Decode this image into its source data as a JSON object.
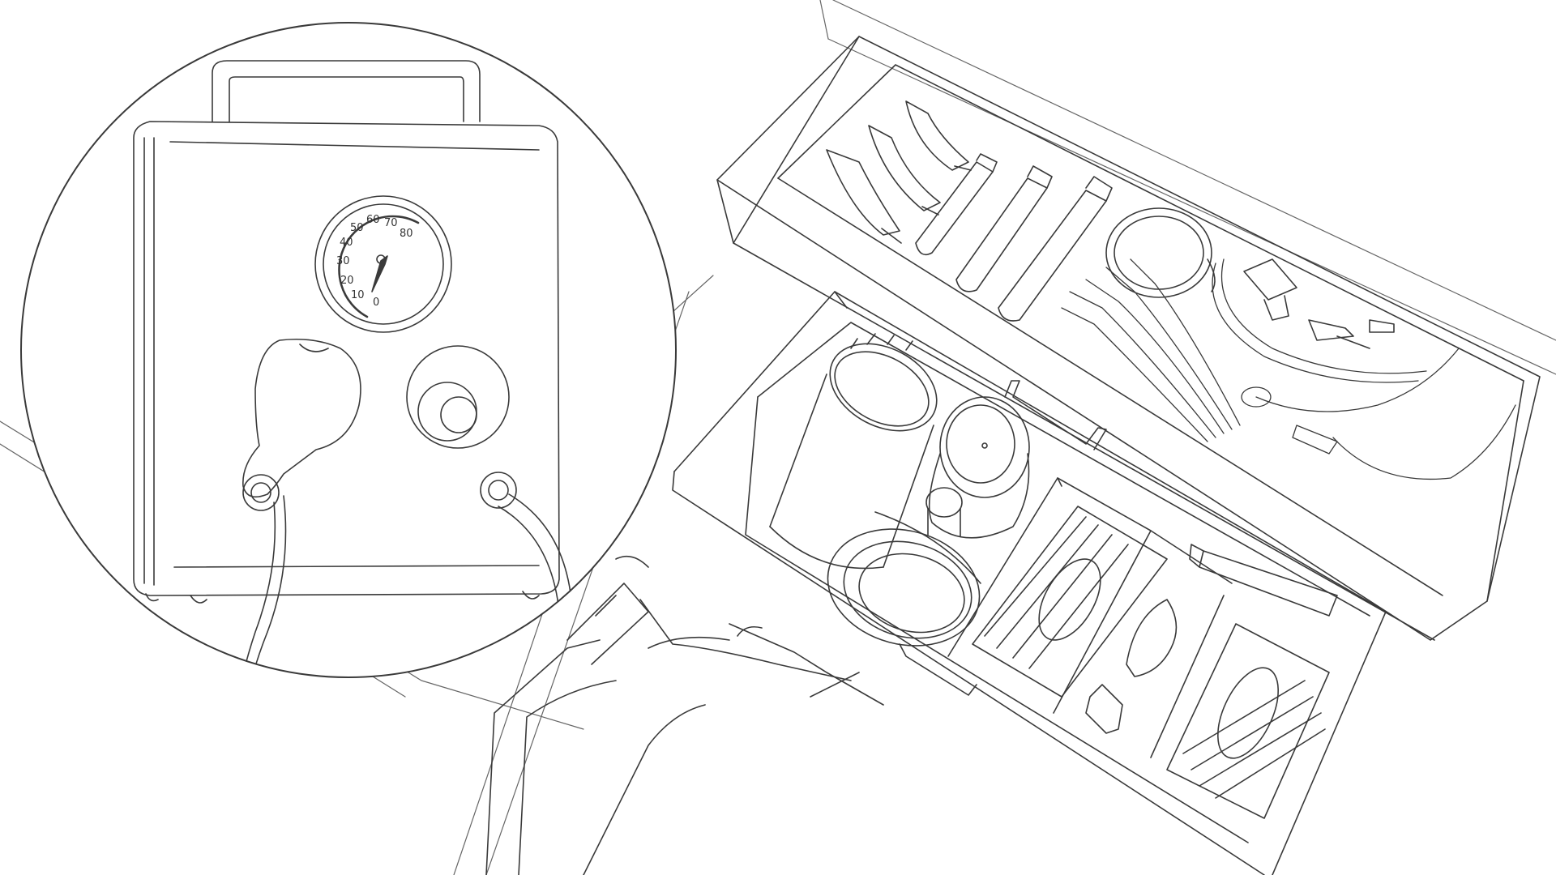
{
  "illustration": {
    "style": "line-art",
    "stroke_color": "#3a3a3a",
    "background_color": "#ffffff",
    "inset": {
      "subject": "suction-unit",
      "gauge": {
        "tick_labels": [
          "0",
          "10",
          "20",
          "30",
          "40",
          "50",
          "60",
          "70",
          "80"
        ]
      }
    },
    "main": {
      "subject": "airway-cart-drawers"
    }
  }
}
